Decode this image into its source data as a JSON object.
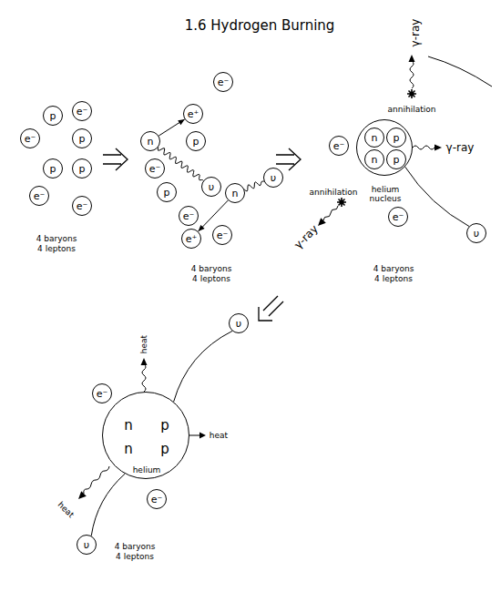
{
  "diagram": {
    "title": "1.6 Hydrogen Burning",
    "nodes": [
      {
        "text": [
          "p"
        ]
      },
      {
        "text": [
          "e⁻"
        ]
      },
      {
        "text": [
          "e⁻"
        ]
      },
      {
        "text": [
          "p"
        ]
      },
      {
        "text": [
          "p"
        ]
      },
      {
        "text": [
          "p"
        ]
      },
      {
        "text": [
          "e⁻"
        ]
      },
      {
        "text": [
          "e⁻"
        ]
      },
      {
        "text": [
          "e⁻"
        ]
      },
      {
        "text": [
          "e⁺"
        ]
      },
      {
        "text": [
          "n"
        ]
      },
      {
        "text": [
          "p"
        ]
      },
      {
        "text": [
          "e⁻"
        ]
      },
      {
        "text": [
          "υ"
        ]
      },
      {
        "text": [
          "υ"
        ]
      },
      {
        "text": [
          "n"
        ]
      },
      {
        "text": [
          "p"
        ]
      },
      {
        "text": [
          "e⁻"
        ]
      },
      {
        "text": [
          "e⁺"
        ]
      },
      {
        "text": [
          "e⁻"
        ]
      },
      {
        "text": [
          "e⁻"
        ]
      },
      {
        "text": [
          "helium nucleus"
        ]
      },
      {
        "text": [
          "n"
        ],
        "in": 21
      },
      {
        "text": [
          "p"
        ],
        "in": 21
      },
      {
        "text": [
          "n"
        ],
        "in": 21
      },
      {
        "text": [
          "p"
        ],
        "in": 21
      },
      {
        "text": [
          "e⁻"
        ]
      },
      {
        "text": [
          "υ"
        ]
      },
      {
        "text": [
          "υ"
        ]
      },
      {
        "text": [
          "e⁻"
        ]
      },
      {
        "text": [
          "n",
          "p",
          "n",
          "p",
          "helium"
        ]
      },
      {
        "text": [
          "e⁻"
        ]
      },
      {
        "text": [
          "υ"
        ]
      }
    ],
    "edges": [
      {
        "from": 10,
        "to": 9,
        "arrow": "to"
      },
      {
        "from": 10,
        "to": 13,
        "arrow": "none"
      },
      {
        "from": 15,
        "to": 14,
        "arrow": "none"
      },
      {
        "from": 15,
        "to": 18,
        "arrow": "to"
      },
      {
        "from": 21,
        "to": 27,
        "arrow": "none"
      },
      {
        "from": 30,
        "to": 28,
        "arrow": "none"
      },
      {
        "from": 30,
        "to": 32,
        "arrow": "none"
      }
    ],
    "labels": [
      "4 baryons",
      "4 leptons",
      "4 baryons",
      "4 leptons",
      "γ-ray",
      "annihilation",
      "γ-ray",
      "annihilation",
      "γ-ray",
      "4 baryons",
      "4 leptons",
      "heat",
      "heat",
      "heat",
      "4 baryons",
      "4 leptons"
    ]
  }
}
